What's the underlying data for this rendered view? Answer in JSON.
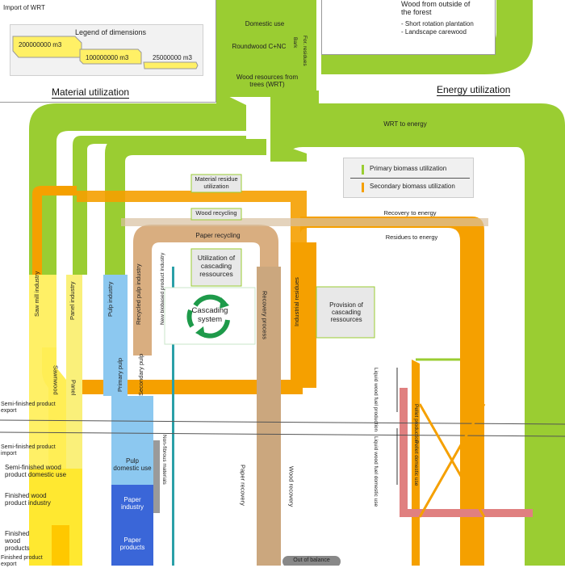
{
  "top_left": {
    "import_label": "Import of WRT"
  },
  "legend": {
    "title": "Legend of dimensions",
    "items": [
      "200000000 m3",
      "100000000 m3",
      "25000000 m3"
    ]
  },
  "top_center": {
    "domestic_use": "Domestic use",
    "roundwood": "Roundwood C+NC",
    "bark": "Bark",
    "for_residues": "For. residues",
    "wrt": "Wood resources from trees (WRT)"
  },
  "top_right": {
    "title": "Wood from outside of the forest",
    "items": [
      "- Short rotation plantation",
      "- Landscape carewood"
    ]
  },
  "sections": {
    "material": "Material utilization",
    "energy": "Energy utilization"
  },
  "wrt_to_energy": "WRT to energy",
  "biomass_legend": {
    "primary": "Primary biomass utilization",
    "secondary": "Secondary biomass utilization"
  },
  "flows": {
    "material_residue": "Material residue utilization",
    "wood_recycling": "Wood recycling",
    "recovery_to_energy": "Recovery to energy",
    "paper_recycling": "Paper recycling",
    "residues_to_energy": "Residues to energy",
    "cascading_resources": "Utilization of cascading ressources",
    "cascading_system": "Cascading system",
    "provision": "Provision of cascading ressources",
    "paper_recovery": "Paper recovery",
    "wood_recovery": "Wood recovery",
    "out_of_balance": "Out of balance"
  },
  "industries": {
    "sawmill": "Saw mill industry",
    "panel": "Panel industry",
    "pulp": "Pulp industry",
    "recycled_pulp": "Recycled pulp industry",
    "new_biobased": "New biobased product industry",
    "recovery_process": "Recovery process",
    "industrial_residues": "Industrial residues"
  },
  "streams": {
    "sawnwood": "Sawnwood",
    "panel": "Panel",
    "primary_pulp": "Primary pulp",
    "secondary_pulp": "Secondary pulp",
    "non_fibrous": "Non-fibrous materials",
    "liquid_fuel_production": "Liquid wood fuel production",
    "pellet_production": "Pellet production",
    "liquid_fuel_domestic": "Liquid wood fuel domestic use",
    "pellet_domestic": "Pellet domestic use"
  },
  "products": {
    "semi_export": "Semi-finished product export",
    "semi_import": "Semi-finished product import",
    "semi_domestic": "Semi-finished wood product domestic use",
    "finished_industry": "Finished wood product industry",
    "finished_products": "Finished wood products",
    "finished_export": "Finished product export",
    "pulp_domestic": "Pulp domestic use",
    "paper_industry": "Paper industry",
    "paper_products": "Paper products"
  },
  "colors": {
    "primary_green": "#9ACD32",
    "secondary_orange": "#F5A000",
    "paper_tan": "#D9AE80",
    "recovery_tan": "#CBA77E",
    "sawmill_yellow": "#FFF066",
    "panel_yellow": "#FAF07A",
    "pulp_blue": "#8CC8F0",
    "paper_blue": "#3A66D8",
    "pellet_pink": "#E08080",
    "teal": "#2AA0A8",
    "cycle_green": "#1E9A4A"
  }
}
